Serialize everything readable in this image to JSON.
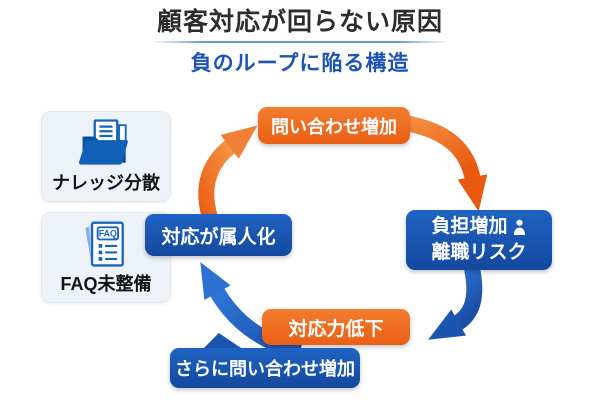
{
  "header": {
    "title": "顧客対応が回らない原因",
    "subtitle": "負のループに陥る構造"
  },
  "cause_cards": [
    {
      "label": "ナレッジ分散",
      "icon": "open-folder-documents-icon"
    },
    {
      "label": "FAQ未整備",
      "icon": "faq-document-icon",
      "icon_text": "FAQ"
    }
  ],
  "loop_nodes": {
    "inquiries_increase": {
      "label": "問い合わせ増加"
    },
    "burden_increase": {
      "line1": "負担増加",
      "line2": "離職リスク",
      "icon": "person-icon"
    },
    "response_capacity_drop": {
      "label": "対応力低下"
    },
    "more_inquiries": {
      "label": "さらに問い合わせ増加"
    },
    "person_dependent": {
      "label": "対応が属人化"
    }
  },
  "colors": {
    "accent_orange": "#ec671c",
    "accent_blue": "#1b55ae",
    "title_text": "#2d2d2d",
    "subtitle_text": "#1d53b5"
  }
}
